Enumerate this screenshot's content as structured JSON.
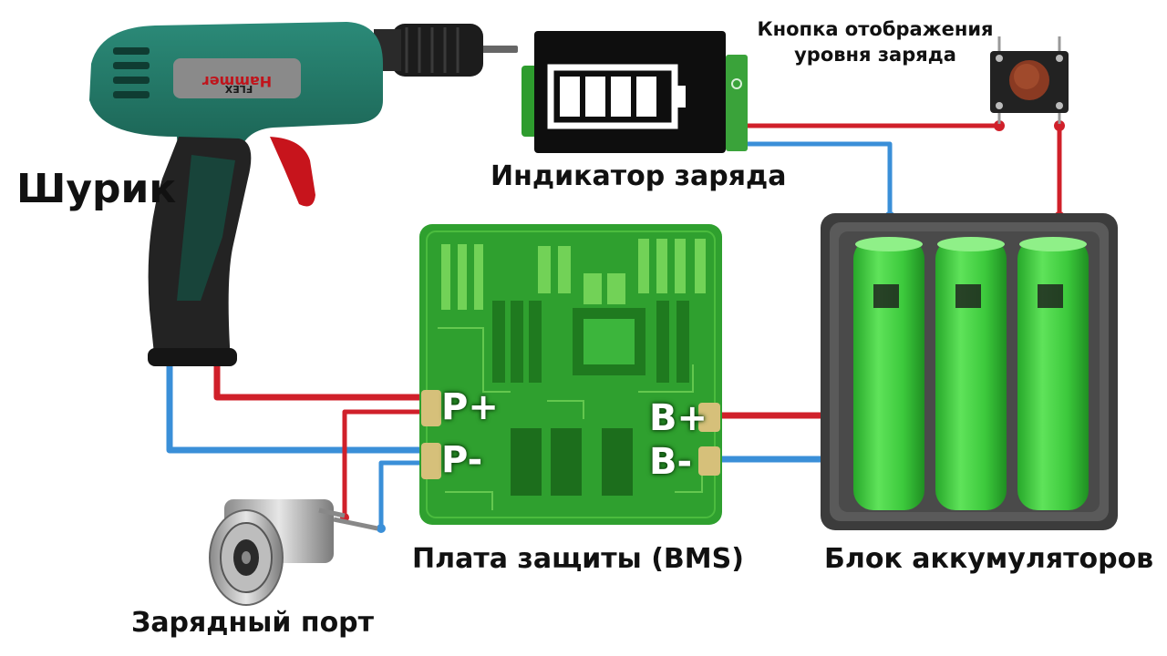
{
  "labels": {
    "drill": "Шурик",
    "indicator": "Индикатор заряда",
    "button_line1": "Кнопка отображения",
    "button_line2": "уровня заряда",
    "bms": "Плата защиты (BMS)",
    "battery": "Блок аккумуляторов",
    "port": "Зарядный порт"
  },
  "pins": {
    "p_plus": "P+",
    "p_minus": "P-",
    "b_plus": "B+",
    "b_minus": "B-"
  },
  "drill_brand": {
    "name": "Hammer",
    "model": "FLEX"
  },
  "colors": {
    "wire_positive": "#d0202a",
    "wire_negative": "#3a8fd8",
    "board_green": "#2fa02f",
    "cell_green": "#3ccf3c",
    "drill_teal": "#1f6b5e"
  }
}
